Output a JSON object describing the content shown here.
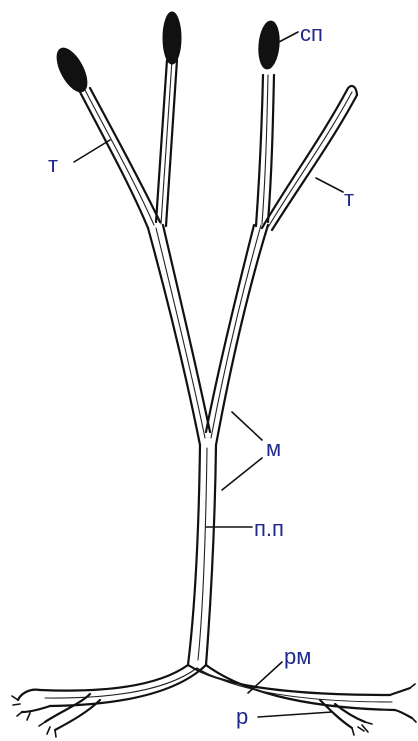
{
  "labels": {
    "sporangium": "сп",
    "telome_left": "т",
    "telome_right": "т",
    "mesome": "м",
    "conducting_bundle": "п.п",
    "rhizomoid": "рм",
    "rhizoids": "р"
  },
  "colors": {
    "label_text": "#1f2a8a",
    "line_art": "#111111",
    "background": "#ffffff"
  }
}
